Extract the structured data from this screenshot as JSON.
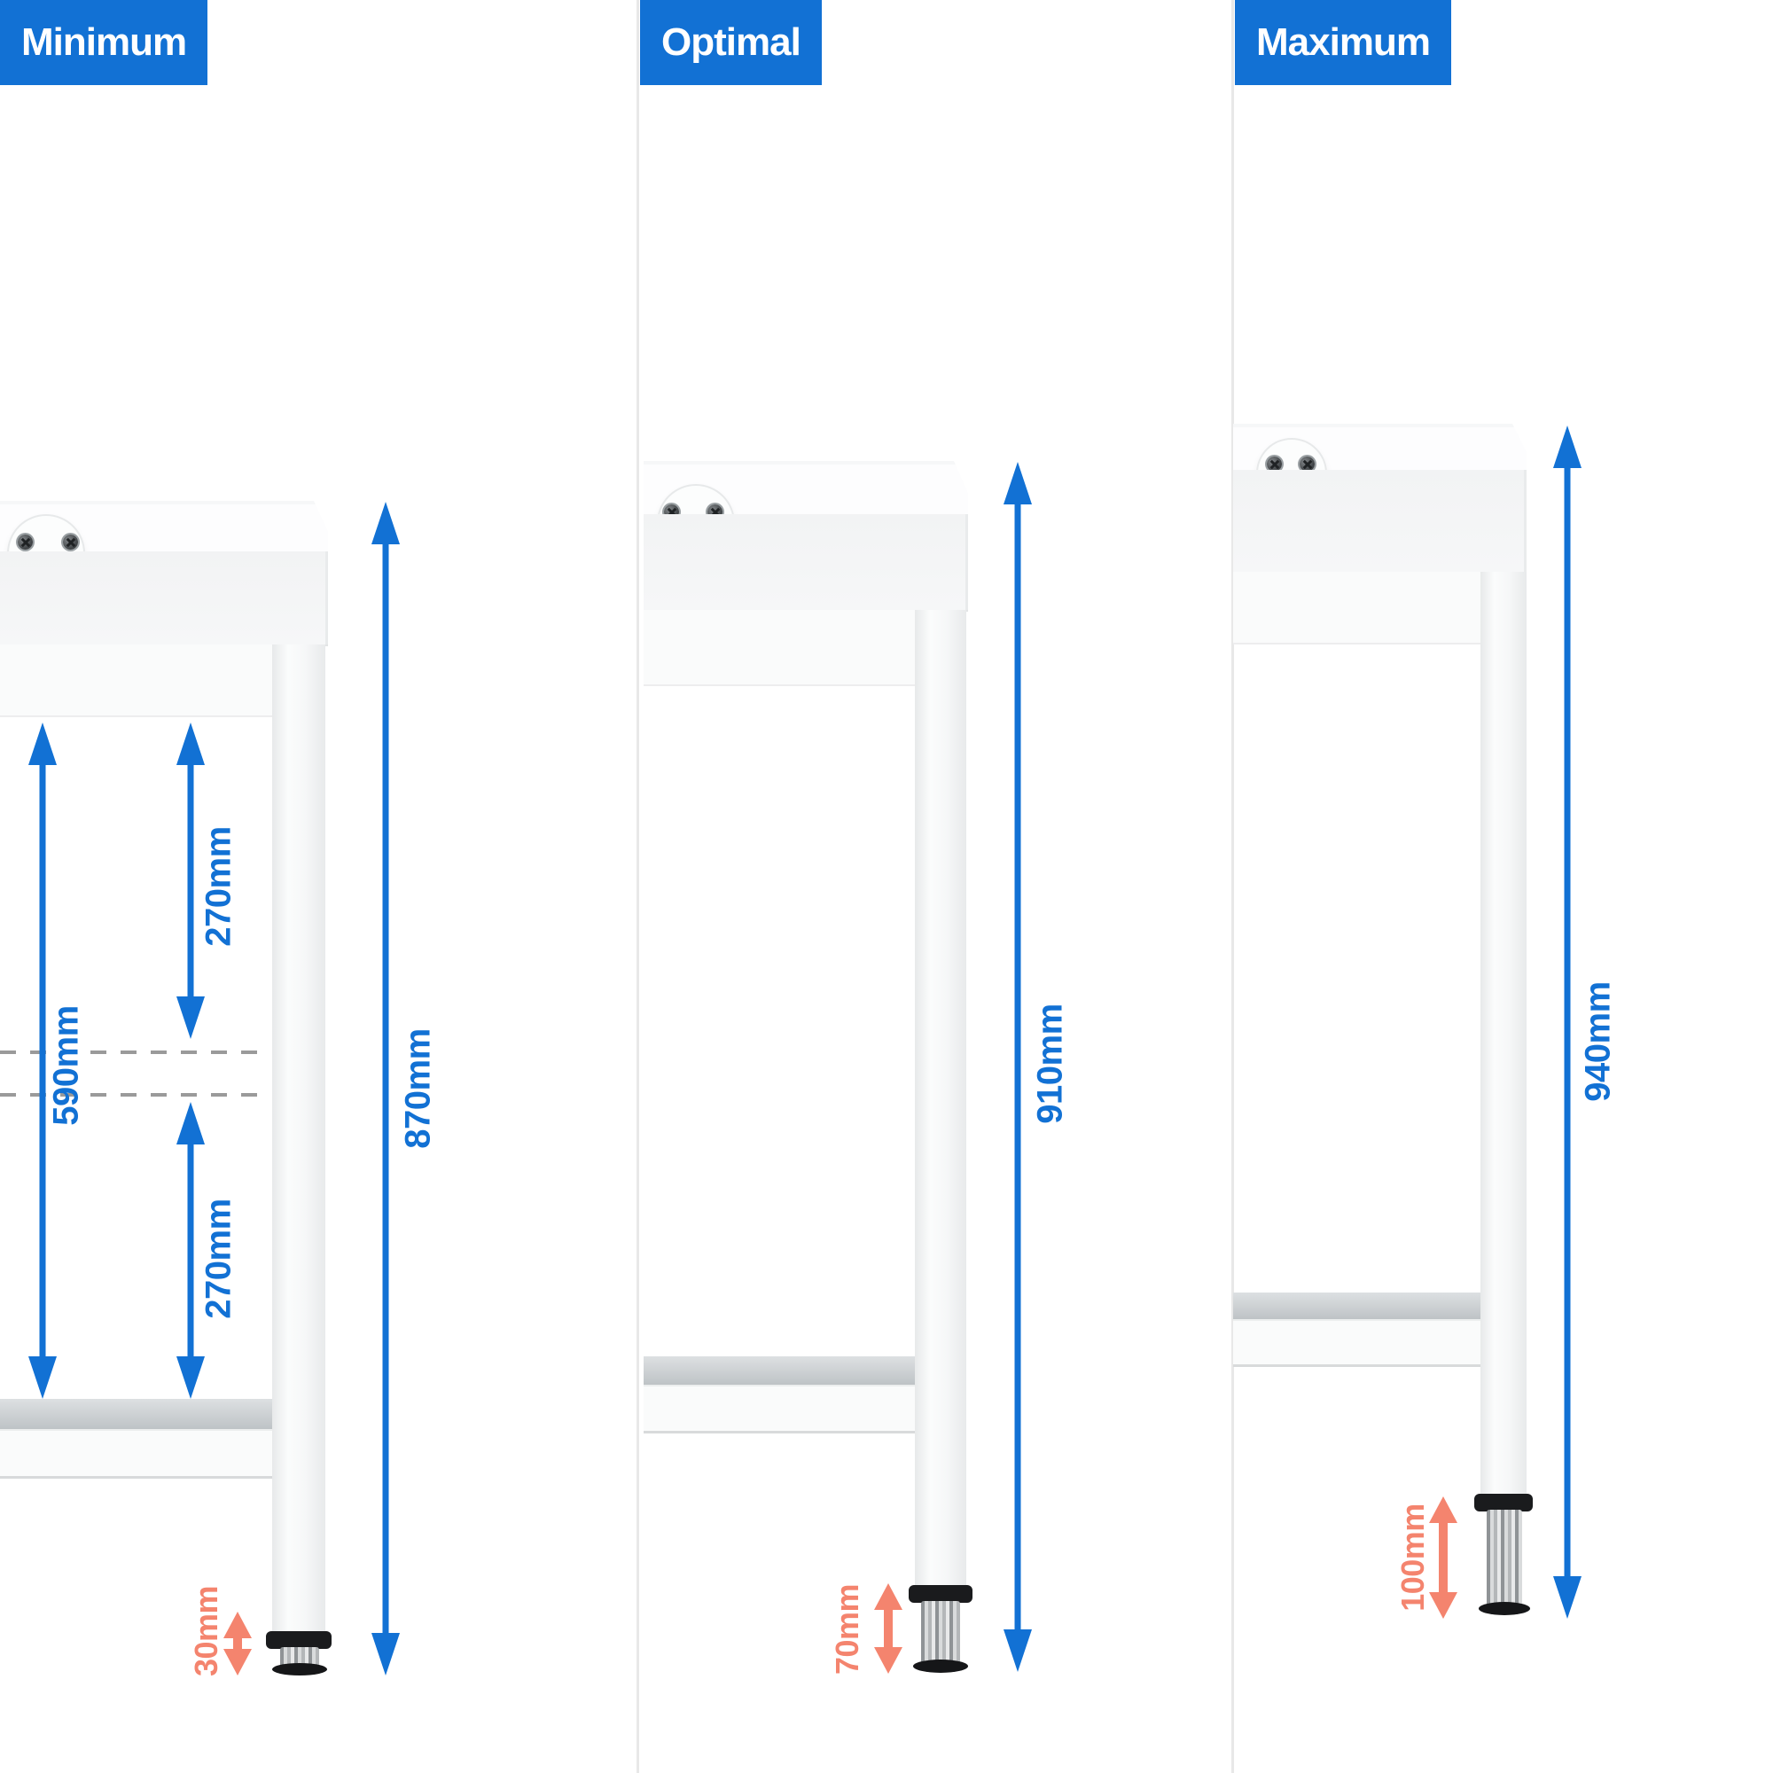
{
  "colors": {
    "accent_blue": "#1271d4",
    "accent_salmon": "#f4846e",
    "header_text": "#ffffff"
  },
  "panels": {
    "minimum": {
      "header": "Minimum",
      "total_height": "870mm",
      "shelf_clearance": "590mm",
      "gap_upper": "270mm",
      "gap_lower": "270mm",
      "foot_adjust": "30mm"
    },
    "optimal": {
      "header": "Optimal",
      "total_height": "910mm",
      "foot_adjust": "70mm"
    },
    "maximum": {
      "header": "Maximum",
      "total_height": "940mm",
      "foot_adjust": "100mm"
    }
  }
}
